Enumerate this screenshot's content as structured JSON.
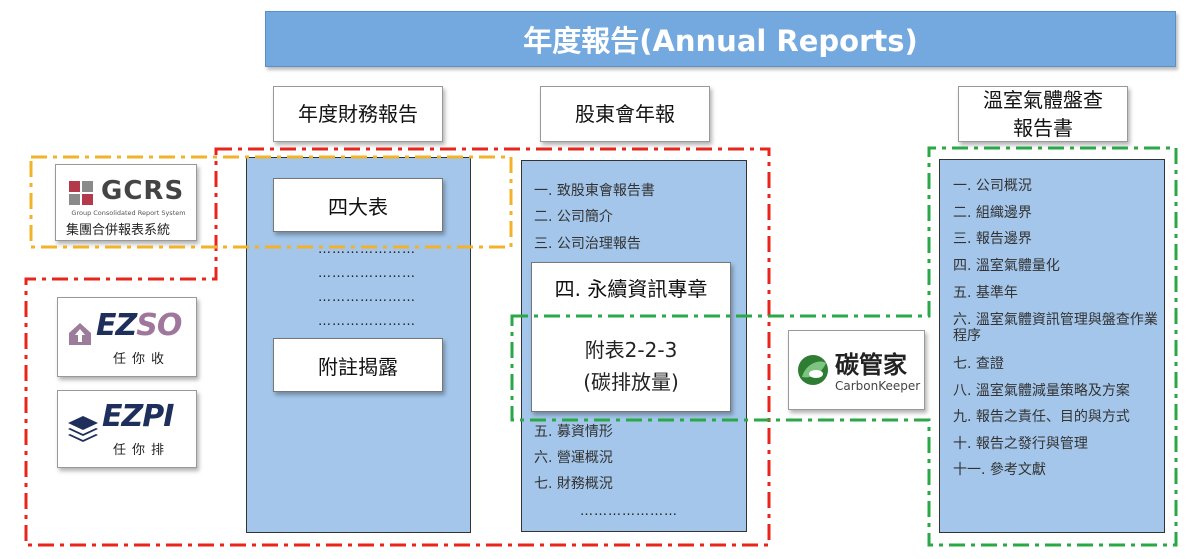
{
  "banner": {
    "title": "年度報告(Annual Reports)"
  },
  "columns": {
    "financial": {
      "header": "年度財務報告",
      "box1": "四大表",
      "dots": [
        "…………………",
        "…………………",
        "…………………",
        "…………………"
      ],
      "box2": "附註揭露"
    },
    "shareholder": {
      "header": "股東會年報",
      "items_top": [
        "一. 致股東會報告書",
        "二. 公司簡介",
        "三. 公司治理報告"
      ],
      "chapter": "四. 永續資訊專章",
      "appendix_line1": "附表2-2-3",
      "appendix_line2": "(碳排放量)",
      "items_bottom": [
        "五. 募資情形",
        "六. 營運概況",
        "七. 財務概況"
      ],
      "dots": "…………………"
    },
    "ghg": {
      "header_line1": "溫室氣體盤查",
      "header_line2": "報告書",
      "items": [
        "一. 公司概況",
        "二. 組織邊界",
        "三. 報告邊界",
        "四. 溫室氣體量化",
        "五. 基準年",
        "六. 溫室氣體資訊管理與盤查作業程序",
        "七. 查證",
        "八. 溫室氣體減量策略及方案",
        "九. 報告之責任、目的與方式",
        "十. 報告之發行與管理",
        "十一. 參考文獻"
      ]
    }
  },
  "logos": {
    "gcrs": {
      "name": "GCRS",
      "subtitle": "Group Consolidated Report System",
      "chinese": "集團合併報表系統"
    },
    "ezso": {
      "name_a": "EZ",
      "name_b": "SO",
      "chinese": "任你收"
    },
    "ezpi": {
      "name_a": "EZ",
      "name_b": "PI",
      "chinese": "任你排"
    },
    "carbon": {
      "chinese": "碳管家",
      "english": "CarbonKeeper"
    }
  },
  "colors": {
    "banner": "#74a9df",
    "panel": "#a3c6ea",
    "red_dash": "#e8241c",
    "yellow_dash": "#f2b32a",
    "green_dash": "#2aa845",
    "gcrs_red": "#b23a4a",
    "carbon_green": "#2e7d32"
  }
}
